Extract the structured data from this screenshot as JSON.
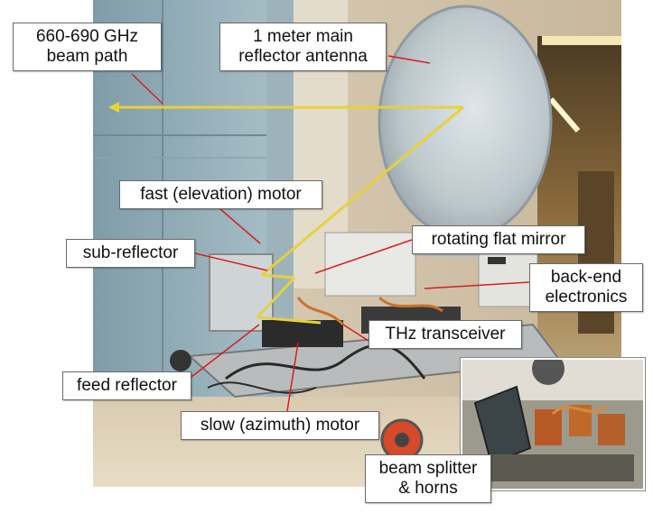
{
  "colors": {
    "beam": "#e6d23a",
    "pointer": "#d81e1e",
    "label_border": "#6a6a6a",
    "label_bg": "#ffffff"
  },
  "labels": {
    "beam_path": [
      "660-690 GHz",
      "beam path"
    ],
    "main_reflector": [
      "1 meter main",
      "reflector antenna"
    ],
    "fast_motor": "fast (elevation) motor",
    "sub_reflector": "sub-reflector",
    "rotating_mirror": "rotating flat mirror",
    "back_end": [
      "back-end",
      "electronics"
    ],
    "thz_transceiver": "THz transceiver",
    "feed_reflector": "feed reflector",
    "slow_motor": "slow (azimuth) motor",
    "beam_splitter": [
      "beam splitter",
      "& horns"
    ]
  }
}
